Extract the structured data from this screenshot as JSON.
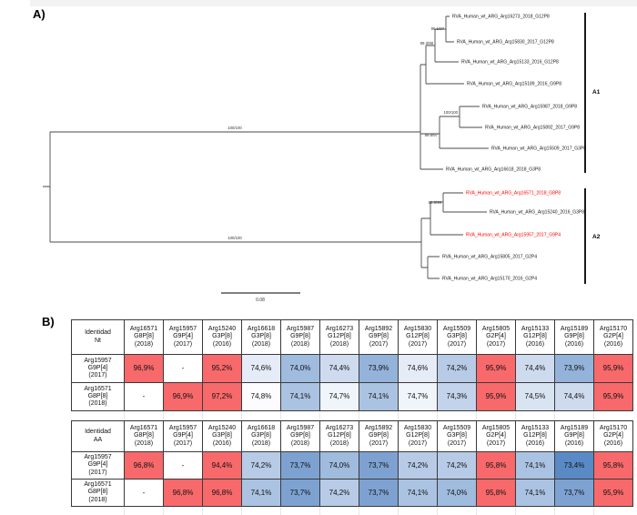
{
  "figure": {
    "panel_a_label": "A)",
    "panel_b_label": "B)"
  },
  "tree": {
    "tips": [
      {
        "label": "RVA_Human_wt_ARG_Arg16273_2018_G12P8",
        "highlight": false
      },
      {
        "label": "RVA_Human_wt_ARG_Arg15830_2017_G12P8",
        "highlight": false
      },
      {
        "label": "RVA_Human_wt_ARG_Arg15133_2016_G12P8",
        "highlight": false
      },
      {
        "label": "RVA_Human_wt_ARG_Arg15189_2016_G9P8",
        "highlight": false
      },
      {
        "label": "RVA_Human_wt_ARG_Arg15987_2018_G9P8",
        "highlight": false
      },
      {
        "label": "RVA_Human_wt_ARG_Arg15892_2017_G9P8",
        "highlight": false
      },
      {
        "label": "RVA_Human_wt_ARG_Arg15509_2017_G3P8",
        "highlight": false
      },
      {
        "label": "RVA_Human_wt_ARG_Arg16618_2018_G3P8",
        "highlight": false
      },
      {
        "label": "RVA_Human_wt_ARG_Arg16571_2018_G8P8",
        "highlight": true
      },
      {
        "label": "RVA_Human_wt_ARG_Arg15240_2016_G3P8",
        "highlight": false
      },
      {
        "label": "RVA_Human_wt_ARG_Arg15957_2017_G9P4",
        "highlight": true
      },
      {
        "label": "RVA_Human_wt_ARG_Arg15805_2017_G2P4",
        "highlight": false
      },
      {
        "label": "RVA_Human_wt_ARG_Arg15170_2016_G2P4",
        "highlight": false
      }
    ],
    "supports": {
      "g12_pair": "96.1/97",
      "g12_clade": "99.3/98",
      "g9_pair": "100/100",
      "g9_g3_clade": "99.8/97",
      "root_a1": "100/100",
      "root_a2": "100/100",
      "a2_pair": "98.8/96"
    },
    "clade_a1": "A1",
    "clade_a2": "A2",
    "scale_label": "0.08",
    "highlight_color": "#FF0000"
  },
  "identity": {
    "columns": [
      {
        "id": "Arg16571",
        "genotype": "G8P[8]",
        "year": "(2018)"
      },
      {
        "id": "Arg15957",
        "genotype": "G9P[4]",
        "year": "(2017)"
      },
      {
        "id": "Arg15240",
        "genotype": "G3P[8]",
        "year": "(2016)"
      },
      {
        "id": "Arg16618",
        "genotype": "G3P[8]",
        "year": "(2018)"
      },
      {
        "id": "Arg15987",
        "genotype": "G9P[8]",
        "year": "(2018)"
      },
      {
        "id": "Arg16273",
        "genotype": "G12P[8]",
        "year": "(2018)"
      },
      {
        "id": "Arg15892",
        "genotype": "G9P[8]",
        "year": "(2017)"
      },
      {
        "id": "Arg15830",
        "genotype": "G12P[8]",
        "year": "(2017)"
      },
      {
        "id": "Arg15509",
        "genotype": "G3P[8]",
        "year": "(2017)"
      },
      {
        "id": "Arg15805",
        "genotype": "G2P[4]",
        "year": "(2017)"
      },
      {
        "id": "Arg15133",
        "genotype": "G12P[8]",
        "year": "(2016)"
      },
      {
        "id": "Arg15189",
        "genotype": "G9P[8]",
        "year": "(2016)"
      },
      {
        "id": "Arg15170",
        "genotype": "G2P[4]",
        "year": "(2016)"
      }
    ],
    "tables": [
      {
        "corner": {
          "line1": "Identidad",
          "line2": "Nt"
        },
        "rows": [
          {
            "id": "Arg15957",
            "genotype": "G9P[4]",
            "year": "(2017)",
            "values": [
              "96,9%",
              "-",
              "95,2%",
              "74,6%",
              "74,0%",
              "74,4%",
              "73,9%",
              "74,6%",
              "74,2%",
              "95,9%",
              "74,4%",
              "73,9%",
              "95,9%"
            ]
          },
          {
            "id": "Arg16571",
            "genotype": "G8P[8]",
            "year": "(2018)",
            "values": [
              "-",
              "96,9%",
              "97,2%",
              "74,8%",
              "74,1%",
              "74,7%",
              "74,1%",
              "74,7%",
              "74,3%",
              "95,9%",
              "74,5%",
              "74,4%",
              "95,9%"
            ]
          }
        ]
      },
      {
        "corner": {
          "line1": "Identidad",
          "line2": "AA"
        },
        "rows": [
          {
            "id": "Arg15957",
            "genotype": "G9P[4]",
            "year": "(2017)",
            "values": [
              "96,8%",
              "-",
              "94,4%",
              "74,2%",
              "73,7%",
              "74,0%",
              "73,7%",
              "74,2%",
              "74,2%",
              "95,8%",
              "74,1%",
              "73,4%",
              "95,8%"
            ]
          },
          {
            "id": "Arg16571",
            "genotype": "G8P[8]",
            "year": "(2018)",
            "values": [
              "-",
              "96,8%",
              "96,8%",
              "74,1%",
              "73,7%",
              "74,2%",
              "73,7%",
              "74,1%",
              "74,0%",
              "95,8%",
              "74,1%",
              "73,7%",
              "95,9%"
            ]
          }
        ]
      }
    ],
    "heat_scale": {
      "low_color": "#5A8AC6",
      "mid_color": "#FCFCFF",
      "high_color": "#F8696B",
      "low_value": 73.4,
      "mid_value": 74.8,
      "high_threshold": 90
    }
  }
}
